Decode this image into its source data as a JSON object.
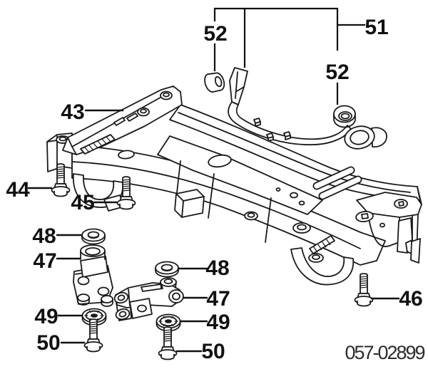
{
  "figure": {
    "code_label": "057-02899",
    "callouts": {
      "c43": "43",
      "c44": "44",
      "c45": "45",
      "c46": "46",
      "c47_left": "47",
      "c47_right": "47",
      "c48_left": "48",
      "c48_right": "48",
      "c49_left": "49",
      "c49_right": "49",
      "c50_left": "50",
      "c50_right": "50",
      "c51": "51",
      "c52_left": "52",
      "c52_right": "52"
    },
    "colors": {
      "line": "#1a1a1a",
      "label": "#111111",
      "background": "#ffffff"
    }
  }
}
